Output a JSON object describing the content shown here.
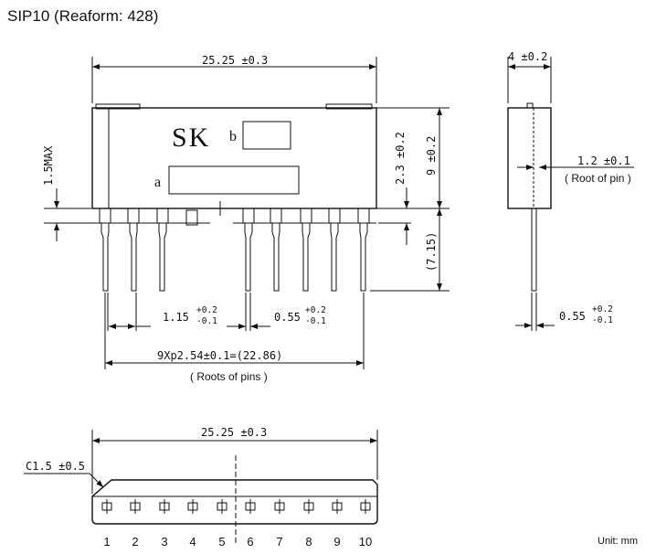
{
  "title": "SIP10 (Reaform: 428)",
  "unit_note": "Unit: mm",
  "front_view": {
    "logo": "SK",
    "marking_a": "a",
    "marking_b": "b",
    "dim_width": "25.25 ±0.3",
    "dim_max_side": "1.5MAX",
    "dim_body_height": "9 ±0.2",
    "dim_shoulder": "2.3 ±0.2",
    "dim_lead_length": "(7.15)",
    "dim_pin_width_main": "1.15",
    "dim_pin_width_up": "+0.2",
    "dim_pin_width_dn": "-0.1",
    "dim_pin_thick_main": "0.55",
    "dim_pin_thick_up": "+0.2",
    "dim_pin_thick_dn": "-0.1",
    "dim_pitch": "9Xp2.54±0.1=(22.86)",
    "dim_pitch_note": "( Roots of pins )"
  },
  "side_view": {
    "dim_thickness": "4 ±0.2",
    "dim_root": "1.2 ±0.1",
    "dim_root_note": "( Root of pin )",
    "dim_lead_main": "0.55",
    "dim_lead_up": "+0.2",
    "dim_lead_dn": "-0.1"
  },
  "bottom_view": {
    "dim_width": "25.25 ±0.3",
    "dim_chamfer": "C1.5 ±0.5",
    "pin_numbers": [
      "1",
      "2",
      "3",
      "4",
      "5",
      "6",
      "7",
      "8",
      "9",
      "10"
    ]
  }
}
